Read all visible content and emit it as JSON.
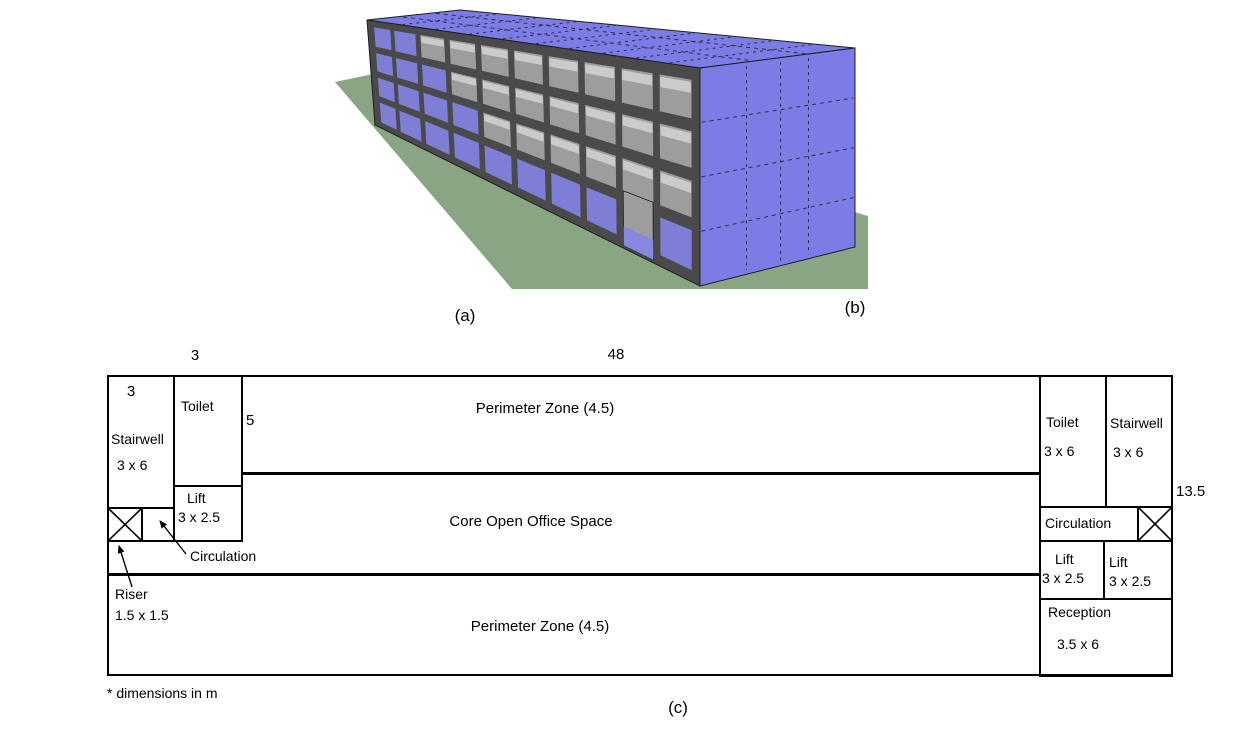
{
  "captions": {
    "a": "(a)",
    "b": "(b)",
    "c": "(c)"
  },
  "footnote": "* dimensions in m",
  "building": {
    "description": "4-storey rectangular office building, 3D massing render on green ground",
    "colors": {
      "roof_wall": "#7c7ce6",
      "facade": "#4a4a4a",
      "window_gray": "#9d9d9d",
      "window_strip": "#cbcbcb",
      "window_blue": "#7e7ed6",
      "door_floor_blue": "#8787e0",
      "ground": "#8aa584",
      "edge": "#1f1f1f",
      "dash": "#30304a"
    }
  },
  "plan": {
    "dimensions": {
      "bay_width_top": "3",
      "zone_length_top": "48",
      "stairwell_width": "3",
      "toilet_depth": "5",
      "plan_depth": "13.5"
    },
    "zones": {
      "perimeter_top": "Perimeter Zone (4.5)",
      "core": "Core Open Office Space",
      "perimeter_bottom": "Perimeter Zone (4.5)"
    },
    "rooms": {
      "stairwell_left_name": "Stairwell",
      "stairwell_left_dims": "3 x 6",
      "toilet_left_name": "Toilet",
      "lift_left_name": "Lift",
      "lift_left_dims": "3 x 2.5",
      "circulation_left": "Circulation",
      "riser_name": "Riser",
      "riser_dims": "1.5 x 1.5",
      "toilet_right_name": "Toilet",
      "toilet_right_dims": "3 x 6",
      "stairwell_right_name": "Stairwell",
      "stairwell_right_dims": "3 x 6",
      "circulation_right": "Circulation",
      "lift_right1_name": "Lift",
      "lift_right1_dims": "3 x 2.5",
      "lift_right2_name": "Lift",
      "lift_right2_dims": "3 x 2.5",
      "reception_name": "Reception",
      "reception_dims": "3.5 x 6"
    }
  }
}
